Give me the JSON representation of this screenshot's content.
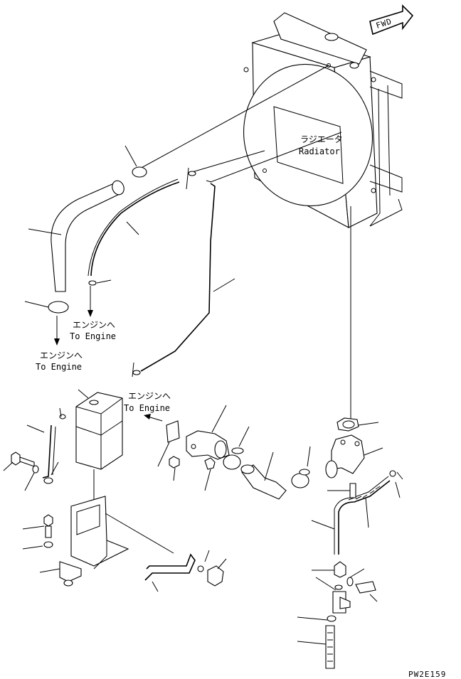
{
  "labels": {
    "fwd": "FWD",
    "radiator_jp": "ラジエータ",
    "radiator_en": "Radiator",
    "to_engine_jp": "エンジンへ",
    "to_engine_en": "To Engine",
    "drawing_code": "PW2E159"
  }
}
